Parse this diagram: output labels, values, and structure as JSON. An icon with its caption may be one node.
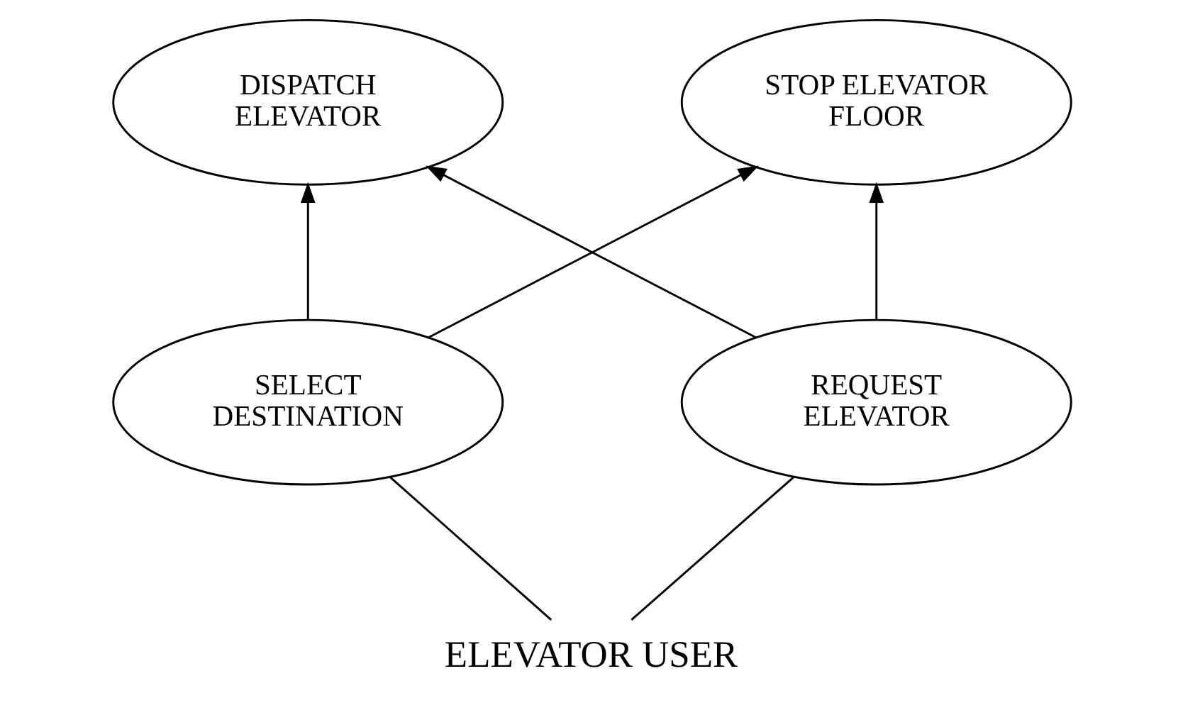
{
  "diagram": {
    "nodes": [
      {
        "text": [
          "DISPATCH ELEVATOR"
        ]
      },
      {
        "text": [
          "STOP ELEVATOR FLOOR"
        ]
      },
      {
        "text": [
          "SELECT DESTINATION"
        ]
      },
      {
        "text": [
          "REQUEST ELEVATOR"
        ]
      },
      {
        "text": [
          "ELEVATOR USER"
        ]
      }
    ],
    "edges": [
      {
        "from": 2,
        "to": 0,
        "arrow": "to"
      },
      {
        "from": 2,
        "to": 1,
        "arrow": "to"
      },
      {
        "from": 3,
        "to": 0,
        "arrow": "to"
      },
      {
        "from": 3,
        "to": 1,
        "arrow": "to"
      },
      {
        "from": 4,
        "to": 2,
        "arrow": "none"
      },
      {
        "from": 4,
        "to": 3,
        "arrow": "none"
      }
    ]
  }
}
